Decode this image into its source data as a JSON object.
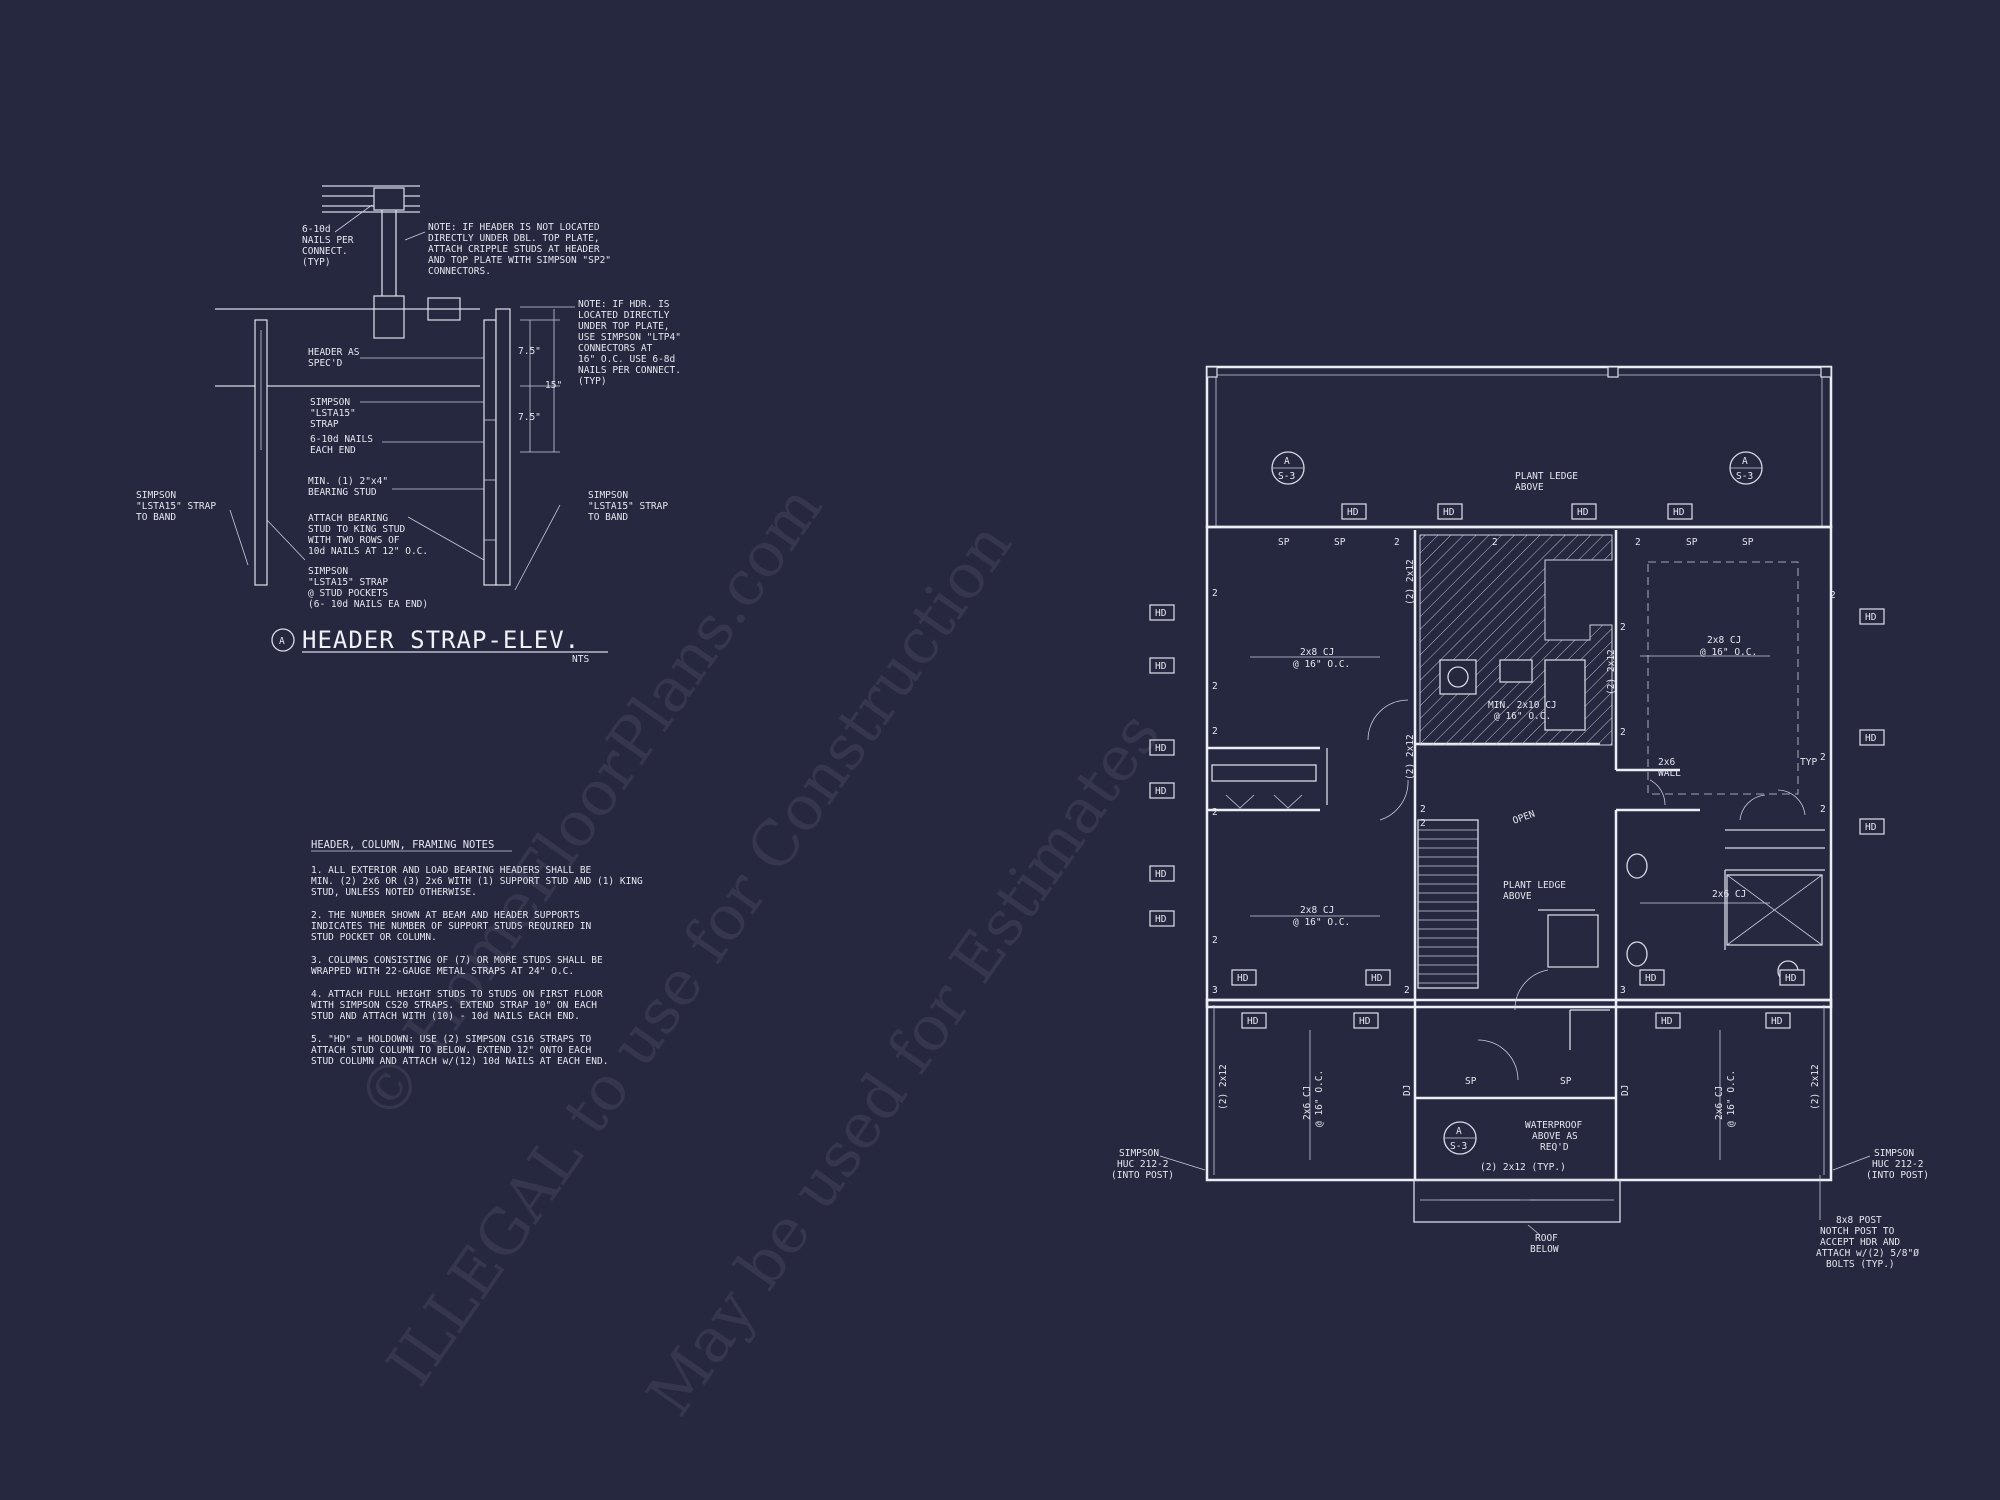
{
  "detail": {
    "title_letter": "A",
    "title": "HEADER STRAP-ELEV.",
    "scale": "NTS",
    "labels": [
      [
        "6-10d",
        "NAILS PER",
        "CONNECT.",
        "(TYP)"
      ],
      [
        "NOTE: IF HEADER IS NOT LOCATED",
        "DIRECTLY UNDER DBL. TOP PLATE,",
        "ATTACH CRIPPLE STUDS AT HEADER",
        "AND TOP PLATE WITH SIMPSON \"SP2\"",
        "CONNECTORS."
      ],
      [
        "NOTE: IF HDR. IS",
        "LOCATED DIRECTLY",
        "UNDER TOP PLATE,",
        "USE SIMPSON \"LTP4\"",
        "CONNECTORS AT",
        "16\" O.C.  USE 6-8d",
        "NAILS PER CONNECT.",
        "(TYP)"
      ],
      [
        "HEADER AS",
        "SPEC'D"
      ],
      [
        "SIMPSON",
        "\"LSTA15\"",
        "STRAP"
      ],
      [
        "6-10d NAILS",
        "EACH END"
      ],
      [
        "MIN. (1) 2\"x4\"",
        "BEARING STUD"
      ],
      [
        "ATTACH BEARING",
        "STUD TO KING STUD",
        "WITH TWO ROWS OF",
        "10d NAILS AT 12\" O.C."
      ],
      [
        "SIMPSON",
        "\"LSTA15\" STRAP",
        "@ STUD POCKETS",
        "(6- 10d NAILS EA END)"
      ],
      [
        "SIMPSON",
        "\"LSTA15\" STRAP",
        "TO BAND"
      ],
      [
        "SIMPSON",
        "\"LSTA15\" STRAP",
        "TO BAND"
      ]
    ],
    "dims": [
      "7.5\"",
      "15\"",
      "7.5\""
    ]
  },
  "notes": {
    "heading": "HEADER, COLUMN, FRAMING NOTES",
    "items": [
      [
        "1. ALL EXTERIOR AND LOAD BEARING HEADERS SHALL BE",
        "MIN. (2) 2x6 OR (3) 2x6 WITH (1) SUPPORT STUD AND (1) KING",
        "STUD, UNLESS NOTED OTHERWISE."
      ],
      [
        "2. THE NUMBER SHOWN AT BEAM AND HEADER SUPPORTS",
        "INDICATES THE NUMBER OF SUPPORT STUDS REQUIRED IN",
        "STUD POCKET OR COLUMN."
      ],
      [
        "3. COLUMNS CONSISTING OF (7) OR MORE STUDS SHALL BE",
        "WRAPPED WITH 22-GAUGE METAL STRAPS AT 24\" O.C."
      ],
      [
        "4. ATTACH FULL HEIGHT STUDS TO STUDS ON FIRST FLOOR",
        "WITH SIMPSON CS20 STRAPS. EXTEND STRAP 10\" ON EACH",
        "STUD AND ATTACH WITH (10) - 10d NAILS EACH END."
      ],
      [
        "5. \"HD\" = HOLDOWN: USE (2) SIMPSON CS16 STRAPS TO",
        "ATTACH STUD COLUMN TO BELOW. EXTEND 12\" ONTO EACH",
        "STUD COLUMN AND ATTACH w/(12) 10d NAILS AT EACH END."
      ]
    ]
  },
  "plan": {
    "hd": "HD",
    "sp": "SP",
    "section_letter": "A",
    "section_sheet": "S-3",
    "cj_2x8": [
      "2x8 CJ",
      "@ 16\" O.C."
    ],
    "cj_2x6": [
      "2x6 CJ",
      "@ 16\" O.C."
    ],
    "plant_ledge": [
      "PLANT LEDGE",
      "ABOVE"
    ],
    "wall_2x6": [
      "2x6",
      "WALL"
    ],
    "open": "OPEN",
    "typ": "TYP",
    "min_2x10": [
      "MIN. 2x10 CJ",
      "@ 16\" O.C."
    ],
    "waterproof": [
      "WATERPROOF",
      "ABOVE AS",
      "REQ'D"
    ],
    "header_2x12": "(2) 2x12 (TYP.)",
    "side_2x12": "(2) 2x12",
    "roof_below": [
      "ROOF",
      "BELOW"
    ],
    "simpson_huc": [
      "SIMPSON",
      "HUC 212-2",
      "(INTO POST)"
    ],
    "post_note": [
      "8x8 POST",
      "NOTCH POST TO",
      "ACCEPT HDR AND",
      "ATTACH w/(2) 5/8\"Ø",
      "BOLTS (TYP.)"
    ],
    "dj": "DJ",
    "num2": "2",
    "num3": "3"
  },
  "watermark": [
    "© HomeFloorPlans.com",
    "ILLEGAL to use for Construction",
    "May be used for Estimates"
  ]
}
